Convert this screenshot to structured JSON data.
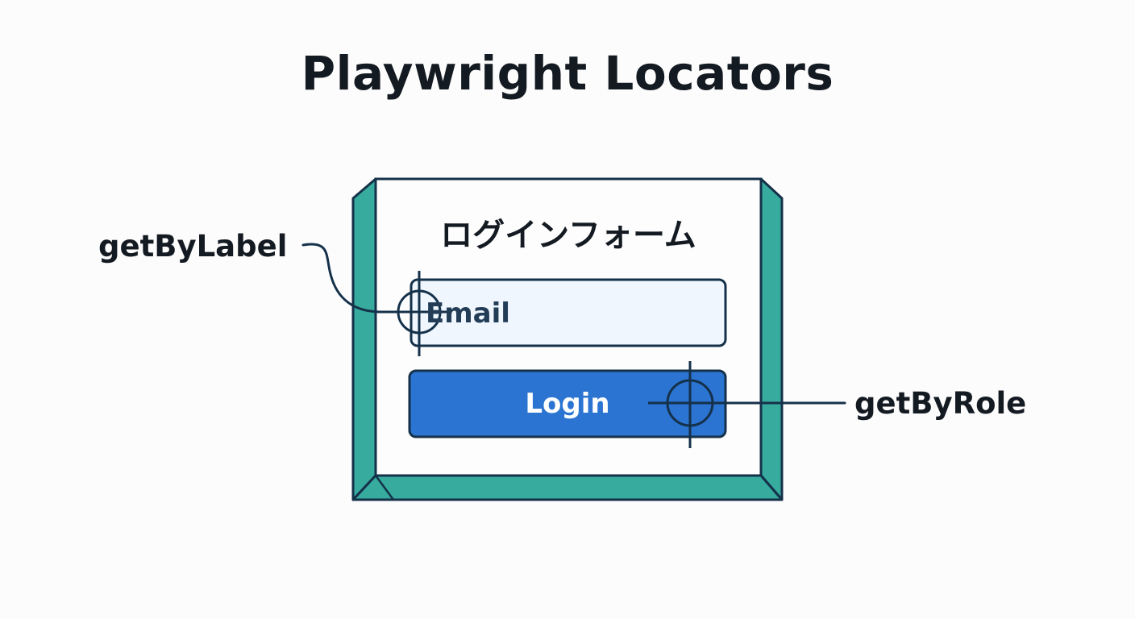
{
  "title": "Playwright Locators",
  "form": {
    "heading": "ログインフォーム",
    "email_placeholder": "Email",
    "login_label": "Login"
  },
  "annotations": {
    "left": "getByLabel",
    "right": "getByRole"
  },
  "colors": {
    "frame_teal": "#36ab9e",
    "outline": "#15314a",
    "input_fill": "#eff6fd",
    "button_blue": "#2b74d2",
    "text_dark": "#141a22"
  },
  "icons": [
    "crosshair-icon",
    "crosshair-icon"
  ]
}
